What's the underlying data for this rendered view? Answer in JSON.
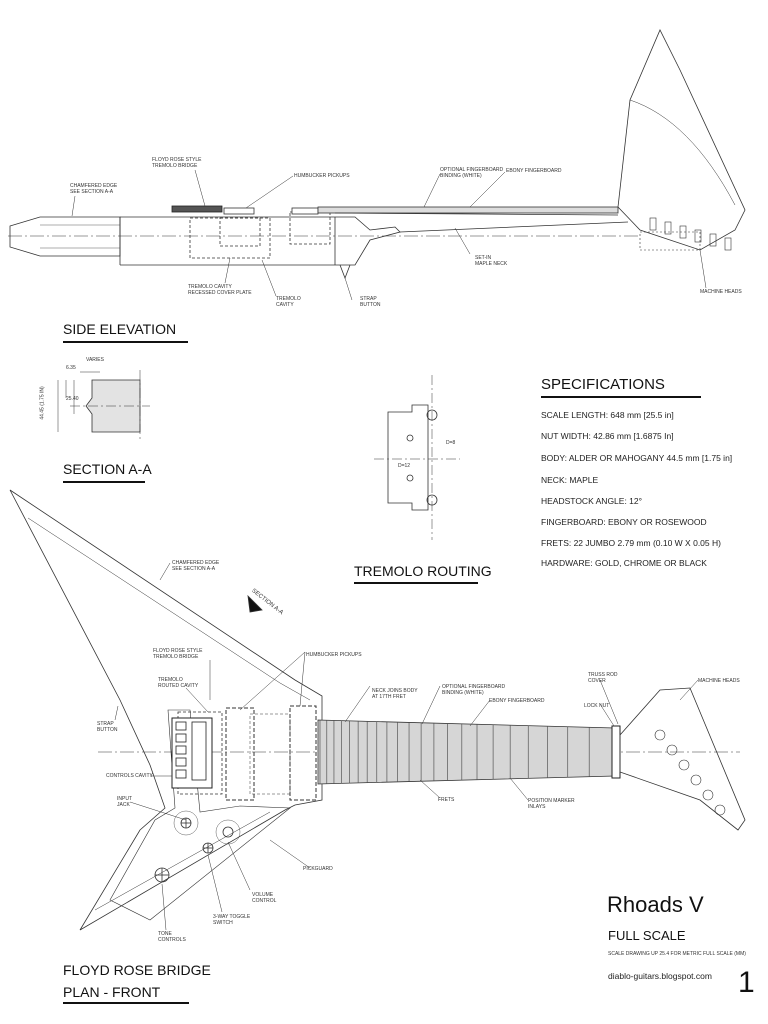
{
  "sections": {
    "side_elevation": "SIDE ELEVATION",
    "section_aa": "SECTION A-A",
    "tremolo_routing": "TREMOLO ROUTING",
    "plan_front_line1": "FLOYD ROSE BRIDGE",
    "plan_front_line2": "PLAN - FRONT"
  },
  "side_labels": {
    "chamfered_edge": "CHAMFERED EDGE\nSEE SECTION A-A",
    "floyd_rose": "FLOYD ROSE STYLE\nTREMOLO BRIDGE",
    "humbucker": "HUMBUCKER PICKUPS",
    "optional_binding": "OPTIONAL FINGERBOARD\nBINDING (WHITE)",
    "ebony_fingerboard": "EBONY FINGERBOARD",
    "tremolo_cavity_cover": "TREMOLO CAVITY\nRECESSED COVER PLATE",
    "tremolo_cavity": "TREMOLO\nCAVITY",
    "strap_button": "STRAP\nBUTTON",
    "set_in_neck": "SET-IN\nMAPLE NECK",
    "machine_heads": "MACHINE HEADS"
  },
  "section_aa_labels": {
    "varies": "VARIES",
    "dim_top": "6.35",
    "dim_mid": "25.40",
    "dim_total": "44.45 (1.75 In)"
  },
  "tremolo_labels": {
    "d8": "D=8",
    "d12": "D=12"
  },
  "specifications": {
    "title": "SPECIFICATIONS",
    "items": [
      "SCALE LENGTH:  648 mm [25.5 in]",
      "NUT WIDTH:  42.86 mm [1.6875 In]",
      "BODY:  ALDER OR MAHOGANY  44.5 mm  [1.75 in]",
      "NECK:  MAPLE",
      "HEADSTOCK ANGLE:  12°",
      "FINGERBOARD:  EBONY OR ROSEWOOD",
      "FRETS:  22   JUMBO  2.79 mm (0.10 W X 0.05 H)",
      "HARDWARE:  GOLD, CHROME OR BLACK"
    ]
  },
  "plan_labels": {
    "chamfered_edge": "CHAMFERED EDGE\nSEE SECTION A-A",
    "section_aa": "SECTION A-A",
    "floyd_rose": "FLOYD ROSE STYLE\nTREMOLO BRIDGE",
    "humbucker": "HUMBUCKER PICKUPS",
    "tremolo_routed": "TREMOLO\nROUTED CAVITY",
    "neck_joins": "NECK JOINS BODY\nAT 17th FRET",
    "optional_binding": "OPTIONAL FINGERBOARD\nBINDING (WHITE)",
    "ebony_fingerboard": "EBONY FINGERBOARD",
    "truss_rod": "TRUSS ROD\nCOVER",
    "lock_nut": "LOCK NUT",
    "machine_heads": "MACHINE HEADS",
    "strap_button": "STRAP\nBUTTON",
    "controls_cavity": "CONTROLS CAVITY",
    "input_jack": "INPUT\nJACK",
    "frets": "FRETS",
    "position_markers": "POSITION MARKER\nINLAYS",
    "pickguard": "PICKGUARD",
    "volume": "VOLUME\nCONTROL",
    "toggle": "3-WAY TOGGLE\nSWITCH",
    "tone": "TONE\nCONTROLS"
  },
  "title_block": {
    "name": "Rhoads V",
    "scale": "FULL SCALE",
    "note": "SCALE DRAWING UP 25.4 FOR METRIC FULL SCALE (mm)",
    "site": "diablo-guitars.blogspot.com",
    "page": "1"
  }
}
